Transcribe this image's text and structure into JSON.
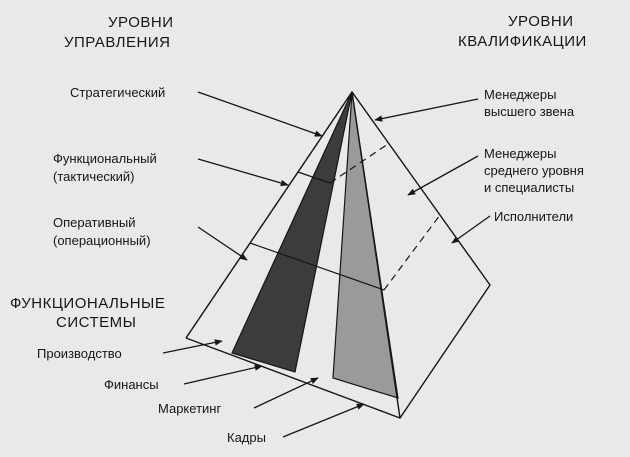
{
  "headers": {
    "left_line1": "УРОВНИ",
    "left_line2": "УПРАВЛЕНИЯ",
    "right_line1": "УРОВНИ",
    "right_line2": "КВАЛИФИКАЦИИ"
  },
  "management_levels": {
    "strategic": "Стратегический",
    "functional_line1": "Функциональный",
    "functional_line2": "(тактический)",
    "operational_line1": "Оперативный",
    "operational_line2": "(операционный)"
  },
  "qualification_levels": {
    "top_line1": "Менеджеры",
    "top_line2": "высшего звена",
    "middle_line1": "Менеджеры",
    "middle_line2": "среднего уровня",
    "middle_line3": "и специалисты",
    "executors": "Исполнители"
  },
  "functional_systems": {
    "title_line1": "ФУНКЦИОНАЛЬНЫЕ",
    "title_line2": "СИСТЕМЫ",
    "production": "Производство",
    "finance": "Финансы",
    "marketing": "Маркетинг",
    "personnel": "Кадры"
  },
  "colors": {
    "background": "#e9e9e7",
    "line": "#161616",
    "finance_face": "#3c3c3c",
    "marketing_face": "#9a9a9a"
  }
}
